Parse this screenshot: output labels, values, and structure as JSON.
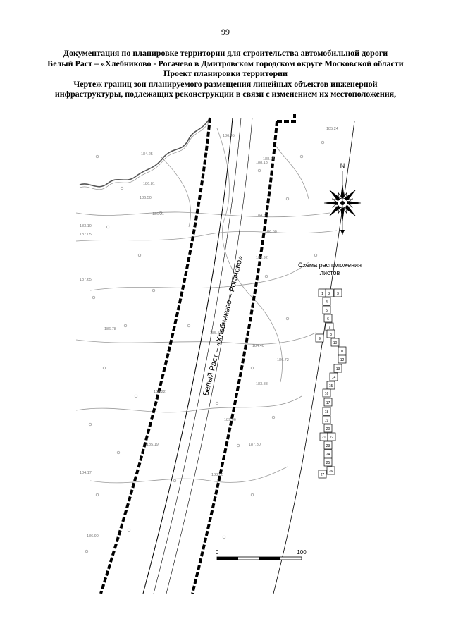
{
  "page_number": "99",
  "header": {
    "line1": "Документация по планировке территории для строительства автомобильной дороги",
    "line2": "Белый Раст – «Хлебниково - Рогачево в Дмитровском городском округе Московской области",
    "line3": "Проект планировки территории",
    "line4": "Чертеж границ зон планируемого размещения линейных объектов инженерной",
    "line5": "инфраструктуры, подлежащих реконструкции в связи с изменением их местоположения,"
  },
  "map": {
    "road_label": "Белый Раст – «Хлебниково – Рогачево»",
    "north_label": "N",
    "layout_title_1": "Схема расположения",
    "layout_title_2": "листов",
    "scale_start": "0",
    "scale_end": "100",
    "elevation_labels": [
      "186.45",
      "188.13",
      "185.24",
      "184.25",
      "186.81",
      "186.50",
      "183.10",
      "186.31",
      "187.05",
      "186.60",
      "184.92",
      "188.24",
      "187.65",
      "185.50",
      "184.40",
      "186.78",
      "187.30",
      "183.88",
      "186.72",
      "184.17",
      "186.90",
      "185.19",
      "189.06",
      "183.00",
      "184.50",
      "186.22"
    ],
    "sheet_numbers": [
      "1",
      "2",
      "3",
      "4",
      "5",
      "6",
      "7",
      "8",
      "9",
      "10",
      "11",
      "12",
      "13",
      "14",
      "15",
      "16",
      "17",
      "18",
      "19",
      "20",
      "21",
      "22",
      "23",
      "24",
      "25",
      "26",
      "27"
    ]
  },
  "colors": {
    "ink": "#000000",
    "contour": "#9a9a9a",
    "river": "#555555",
    "label": "#7a7a7a"
  }
}
